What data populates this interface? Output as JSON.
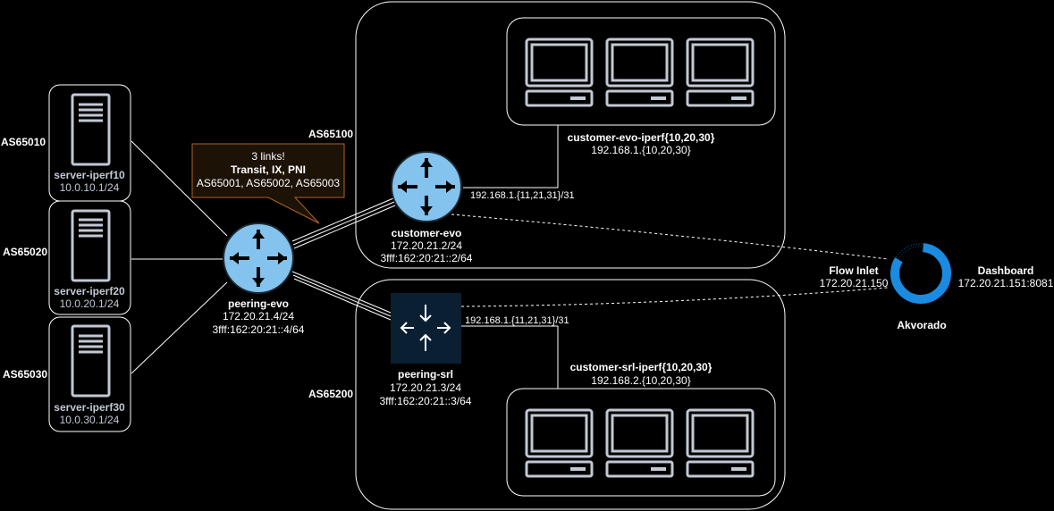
{
  "as_labels": {
    "as65010": "AS65010",
    "as65020": "AS65020",
    "as65030": "AS65030",
    "as65100": "AS65100",
    "as65200": "AS65200"
  },
  "servers": [
    {
      "name": "server-iperf10",
      "ip": "10.0.10.1/24"
    },
    {
      "name": "server-iperf20",
      "ip": "10.0.20.1/24"
    },
    {
      "name": "server-iperf30",
      "ip": "10.0.30.1/24"
    }
  ],
  "callout": {
    "line1": "3 links!",
    "line2": "Transit, IX, PNI",
    "line3": "AS65001, AS65002, AS65003"
  },
  "peering_evo": {
    "name": "peering-evo",
    "ipv4": "172.20.21.4/24",
    "ipv6": "3fff:162:20:21::4/64"
  },
  "customer_evo": {
    "name": "customer-evo",
    "ipv4": "172.20.21.2/24",
    "ipv6": "3fff:162:20:21::2/64",
    "link": "192.168.1.{11,21,31}/31"
  },
  "peering_srl": {
    "name": "peering-srl",
    "ipv4": "172.20.21.3/24",
    "ipv6": "3fff:162:20:21::3/64",
    "link": "192.168.1.{11,21,31}/31"
  },
  "customer_evo_iperf": {
    "name": "customer-evo-iperf{10,20,30}",
    "subnet": "192.168.1.{10,20,30}"
  },
  "customer_srl_iperf": {
    "name": "customer-srl-iperf{10,20,30}",
    "subnet": "192.168.2.{10,20,30}"
  },
  "akvorado": {
    "name": "Akvorado",
    "flow_inlet_label": "Flow Inlet",
    "flow_inlet_ip": "172.20.21.150",
    "dashboard_label": "Dashboard",
    "dashboard_ip": "172.20.21.151:8081"
  },
  "colors": {
    "router_fill": "#83c3ee",
    "srl_fill": "#0b1f33",
    "server_stroke": "#c2c8d3",
    "akvorado_blue": "#1a8be0",
    "callout_fill": "#1c1206",
    "callout_stroke": "#b3621c"
  }
}
